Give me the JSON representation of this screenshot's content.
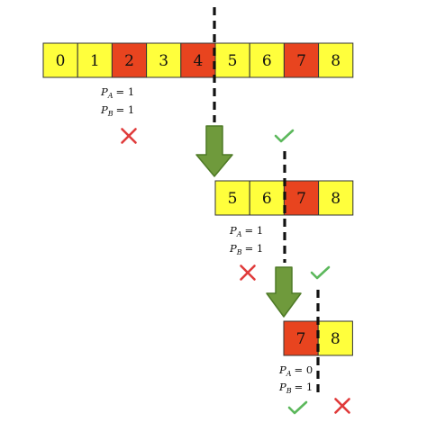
{
  "colors": {
    "yellow": "#ffff3c",
    "red": "#e8441f",
    "arrow_fill": "#6f9a3c",
    "arrow_stroke": "#4e7a26",
    "check": "#5cb85c",
    "cross": "#e03b3b",
    "cut_line": "#111111",
    "cell_stroke": "#333333"
  },
  "icons": {
    "check": "check-icon",
    "cross": "cross-icon",
    "arrow": "down-arrow-icon"
  },
  "rows": [
    {
      "cells": [
        {
          "label": "0",
          "color": "yellow"
        },
        {
          "label": "1",
          "color": "yellow"
        },
        {
          "label": "2",
          "color": "red"
        },
        {
          "label": "3",
          "color": "yellow"
        },
        {
          "label": "4",
          "color": "red"
        },
        {
          "label": "5",
          "color": "yellow"
        },
        {
          "label": "6",
          "color": "yellow"
        },
        {
          "label": "7",
          "color": "red"
        },
        {
          "label": "8",
          "color": "yellow"
        }
      ],
      "pa_label": "P",
      "pa_sub": "A",
      "pa_value": "= 1",
      "pb_label": "P",
      "pb_sub": "B",
      "pb_value": "= 1",
      "marks": [
        "cross",
        "check"
      ]
    },
    {
      "cells": [
        {
          "label": "5",
          "color": "yellow"
        },
        {
          "label": "6",
          "color": "yellow"
        },
        {
          "label": "7",
          "color": "red"
        },
        {
          "label": "8",
          "color": "yellow"
        }
      ],
      "pa_label": "P",
      "pa_sub": "A",
      "pa_value": "= 1",
      "pb_label": "P",
      "pb_sub": "B",
      "pb_value": "= 1",
      "marks": [
        "cross",
        "check"
      ]
    },
    {
      "cells": [
        {
          "label": "7",
          "color": "red"
        },
        {
          "label": "8",
          "color": "yellow"
        }
      ],
      "pa_label": "P",
      "pa_sub": "A",
      "pa_value": "= 0",
      "pb_label": "P",
      "pb_sub": "B",
      "pb_value": "= 1",
      "marks": [
        "check",
        "cross"
      ]
    }
  ]
}
